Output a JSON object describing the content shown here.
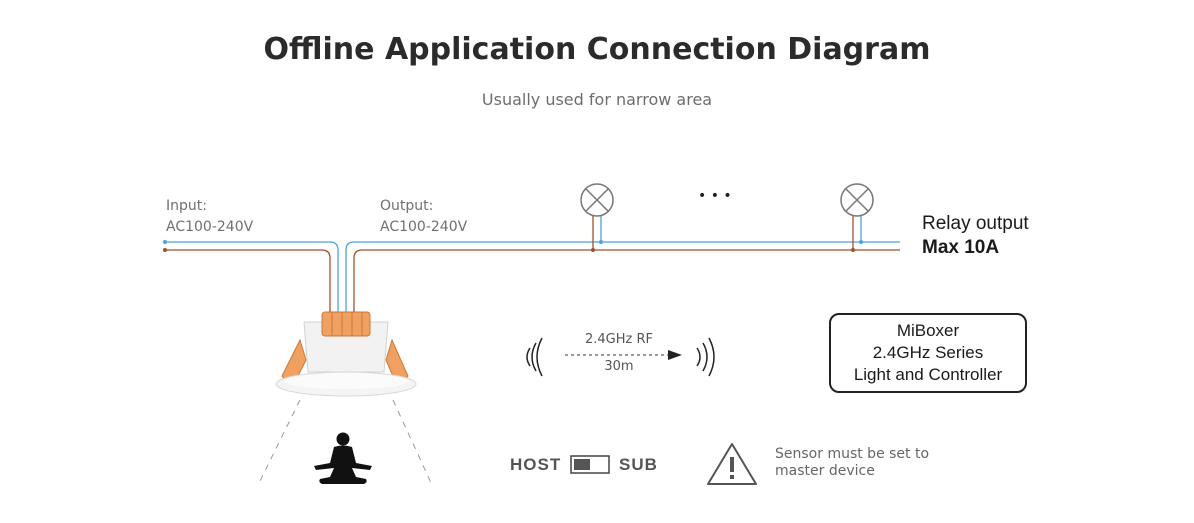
{
  "title": "Offline Application Connection Diagram",
  "subtitle": "Usually used for narrow area",
  "input": {
    "line1": "Input:",
    "line2": "AC100-240V"
  },
  "output": {
    "line1": "Output:",
    "line2": "AC100-240V"
  },
  "ellipsis": "• • •",
  "relay": {
    "line1": "Relay output",
    "line2": "Max 10A"
  },
  "rf": {
    "frequency": "2.4GHz RF",
    "distance": "30m"
  },
  "miboxer": {
    "line1": "MiBoxer",
    "line2": "2.4GHz Series",
    "line3": "Light and Controller"
  },
  "switch": {
    "left_label": "HOST",
    "right_label": "SUB",
    "position": "HOST"
  },
  "warning": {
    "line1": "Sensor must be set to",
    "line2": "master device"
  },
  "colors": {
    "live_wire": "#a0522d",
    "neutral_wire": "#4aa3df",
    "clip": "#f0a060",
    "text_dark": "#2b2b2b"
  },
  "icons": [
    "lamp-icon",
    "radio-waves-icon",
    "arrow-right-icon",
    "meditation-person-icon",
    "warning-triangle-icon",
    "toggle-switch-icon"
  ]
}
